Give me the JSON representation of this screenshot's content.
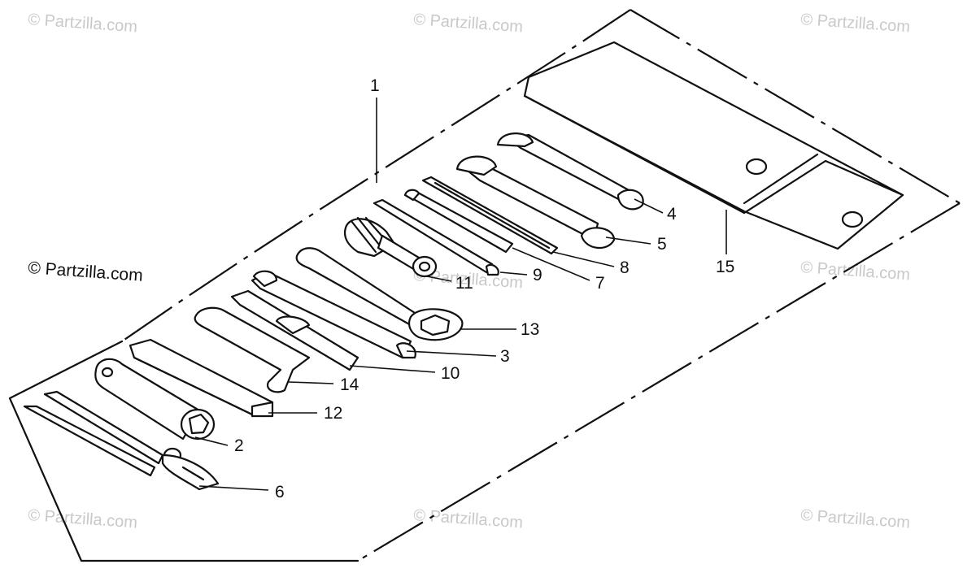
{
  "watermarks": {
    "w1": "© Partzilla.com",
    "w2": "© Partzilla.com",
    "w3": "© Partzilla.com",
    "w4": "© Partzilla.com",
    "w5": "© Partzilla.com",
    "w6": "© Partzilla.com",
    "w7": "© Partzilla.com",
    "w8": "© Partzilla.com",
    "w9": "© Partzilla.com",
    "main": "© Partzilla.com"
  },
  "callouts": {
    "c1": "1",
    "c2": "2",
    "c3": "3",
    "c4": "4",
    "c5": "5",
    "c6": "6",
    "c7": "7",
    "c8": "8",
    "c9": "9",
    "c10": "10",
    "c11": "11",
    "c12": "12",
    "c13": "13",
    "c14": "14",
    "c15": "15"
  },
  "colors": {
    "line": "#111111",
    "watermark": "#c9c9c9",
    "background": "#ffffff"
  }
}
